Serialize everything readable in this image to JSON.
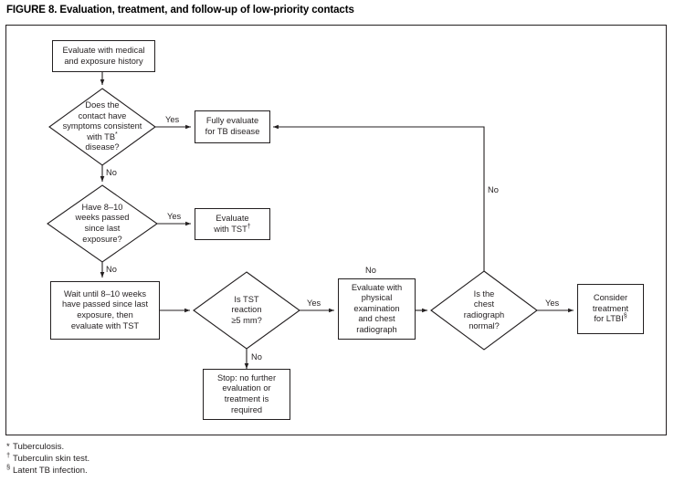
{
  "figure": {
    "title": "FIGURE 8. Evaluation, treatment, and follow-up of low-priority contacts"
  },
  "diagram": {
    "type": "flowchart",
    "nodes": [
      {
        "id": "n1",
        "shape": "process",
        "name": "evaluate-history-box",
        "lines": [
          "Evaluate with medical",
          "and exposure history"
        ]
      },
      {
        "id": "n2",
        "shape": "decision",
        "name": "symptoms-decision",
        "lines": [
          "Does the",
          "contact have",
          "symptoms consistent",
          "with TB* ",
          "disease?"
        ]
      },
      {
        "id": "n3",
        "shape": "process",
        "name": "fully-evaluate-box",
        "lines": [
          "Fully evaluate",
          "for TB disease"
        ]
      },
      {
        "id": "n4",
        "shape": "decision",
        "name": "weeks-passed-decision",
        "lines": [
          "Have 8–10",
          "weeks passed",
          "since last",
          "exposure?"
        ]
      },
      {
        "id": "n5",
        "shape": "process",
        "name": "evaluate-tst-box",
        "lines": [
          "Evaluate",
          "with TST†"
        ]
      },
      {
        "id": "n6",
        "shape": "process",
        "name": "wait-until-box",
        "lines": [
          "Wait until 8–10 weeks",
          "have passed since last",
          "exposure, then",
          "evaluate with TST"
        ]
      },
      {
        "id": "n7",
        "shape": "decision",
        "name": "tst-reaction-decision",
        "lines": [
          "Is TST",
          "reaction",
          "≥5 mm?"
        ]
      },
      {
        "id": "n8",
        "shape": "process",
        "name": "physical-exam-box",
        "lines": [
          "Evaluate with",
          "physical",
          "examination",
          "and chest",
          "radiograph"
        ]
      },
      {
        "id": "n9",
        "shape": "decision",
        "name": "radiograph-normal-decision",
        "lines": [
          "Is the",
          "chest",
          "radiograph",
          "normal?"
        ]
      },
      {
        "id": "n10",
        "shape": "process",
        "name": "consider-treatment-box",
        "lines": [
          "Consider",
          "treatment",
          "for LTBI§"
        ]
      },
      {
        "id": "n11",
        "shape": "process",
        "name": "stop-box",
        "lines": [
          "Stop: no further",
          "evaluation or",
          "treatment is",
          "required"
        ]
      }
    ],
    "edge_labels": {
      "symptoms_yes": "Yes",
      "symptoms_no": "No",
      "weeks_yes": "Yes",
      "weeks_no": "No",
      "tst_yes": "Yes",
      "tst_no": "No",
      "radiograph_yes": "Yes",
      "radiograph_no": "No"
    },
    "node_text": {
      "n1": "Evaluate with medical\nand exposure history",
      "n3": "Fully evaluate\nfor TB disease",
      "n5_line1": "Evaluate",
      "n5_line2": "with TST",
      "n5_sup": "†",
      "n6": "Wait until 8–10 weeks\nhave passed since last\nexposure, then\nevaluate with TST",
      "n8": "Evaluate with\nphysical\nexamination\nand chest\nradiograph",
      "n10_line1": "Consider",
      "n10_line2": "treatment",
      "n10_line3": "for LTBI",
      "n10_sup": "§",
      "n11": "Stop: no further\nevaluation or\ntreatment is\nrequired",
      "n2_l1": "Does the",
      "n2_l2": "contact have",
      "n2_l3": "symptoms consistent",
      "n2_l4": "with TB",
      "n2_sup": "*",
      "n2_l5": "disease?",
      "n4_l1": "Have 8–10",
      "n4_l2": "weeks passed",
      "n4_l3": "since last",
      "n4_l4": "exposure?",
      "n7_l1": "Is TST",
      "n7_l2": "reaction",
      "n7_l3": "≥5 mm?",
      "n9_l1": "Is the",
      "n9_l2": "chest",
      "n9_l3": "radiograph",
      "n9_l4": "normal?"
    }
  },
  "footnotes": [
    {
      "mark": "*",
      "mark_class": "star",
      "text": "Tuberculosis."
    },
    {
      "mark": "†",
      "mark_class": "dagger",
      "text": "Tuberculin skin test."
    },
    {
      "mark": "§",
      "mark_class": "section",
      "text": "Latent TB infection."
    }
  ],
  "colors": {
    "ink": "#231f20",
    "background": "#ffffff"
  }
}
